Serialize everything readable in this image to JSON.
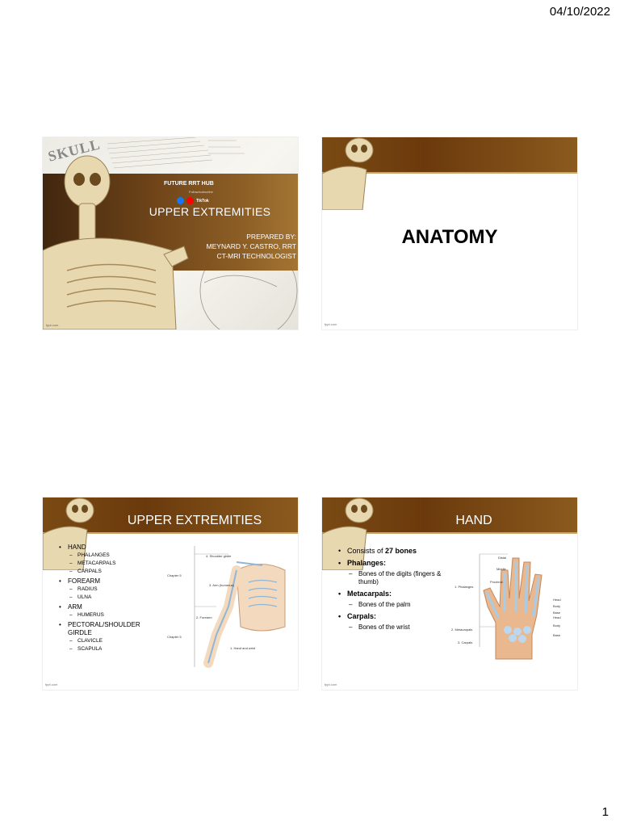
{
  "page": {
    "date": "04/10/2022",
    "number": "1"
  },
  "slide1": {
    "skull_word": "SKULL",
    "hub_title": "FUTURE RRT HUB",
    "hub_sub": "Follow/subscribe",
    "tiktok": "TikTok",
    "title": "UPPER EXTREMITIES",
    "prepared_lines": [
      "PREPARED BY:",
      "MEYNARD Y. CASTRO, RRT",
      "CT-MRI TECHNOLOGIST"
    ],
    "footer": "fppt.com"
  },
  "slide2": {
    "title": "ANATOMY",
    "footer": "fppt.com"
  },
  "slide3": {
    "title": "UPPER EXTREMITIES",
    "bullets": [
      {
        "label": "HAND",
        "subs": [
          "PHALANGES",
          "METACARPALS",
          "CARPALS"
        ]
      },
      {
        "label": "FOREARM",
        "subs": [
          "RADIUS",
          "ULNA"
        ]
      },
      {
        "label": "ARM",
        "subs": [
          "HUMERUS"
        ]
      },
      {
        "label": "PECTORAL/SHOULDER GIRDLE",
        "subs": [
          "CLAVICLE",
          "SCAPULA"
        ]
      }
    ],
    "figure_labels": {
      "chapter_top": "Chapter 5",
      "chapter_bottom": "Chapter 5",
      "shoulder": "4. Shoulder girdle",
      "arm": "3. Arm (humerus)",
      "forearm": "2. Forearm",
      "hand": "1. Hand and wrist"
    },
    "footer": "fppt.com"
  },
  "slide4": {
    "title": "HAND",
    "consists_prefix": "Consists of",
    "consists_bold": "27 bones",
    "items": [
      {
        "label": "Phalanges:",
        "sub": "Bones of the digits (fingers & thumb)"
      },
      {
        "label": "Metacarpals:",
        "sub": "Bones of the palm"
      },
      {
        "label": "Carpals:",
        "sub": "Bones of the wrist"
      }
    ],
    "figure_labels": {
      "distal": "Distal",
      "middle": "Middle",
      "proximal": "Proximal",
      "phalanges": "1. Phalanges",
      "metacarpals": "2. Metacarpals",
      "carpals": "3. Carpals",
      "head1": "Head",
      "body1": "Body",
      "base1": "Base",
      "head2": "Head",
      "body2": "Body",
      "base2": "Base"
    },
    "footer": "fppt.com"
  }
}
